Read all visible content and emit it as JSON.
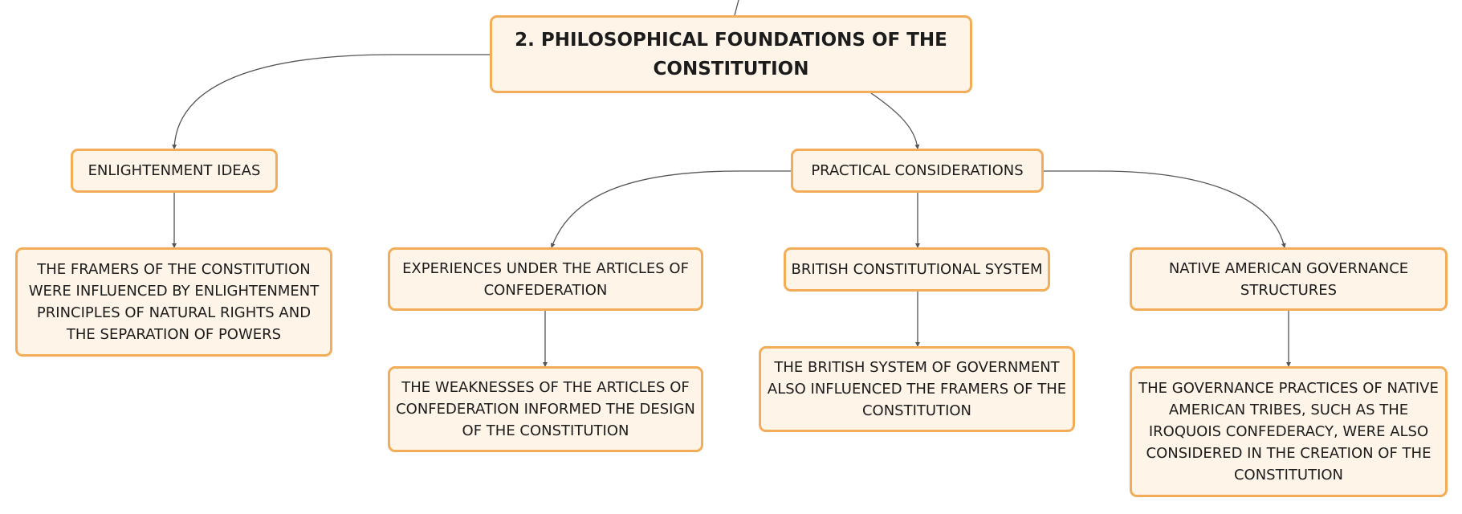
{
  "diagram": {
    "root": {
      "label": "2. PHILOSOPHICAL FOUNDATIONS OF THE CONSTITUTION"
    },
    "branches": [
      {
        "label": "ENLIGHTENMENT IDEAS",
        "children": [
          {
            "label": "THE FRAMERS OF THE CONSTITUTION WERE INFLUENCED BY ENLIGHTENMENT PRINCIPLES OF NATURAL RIGHTS AND THE SEPARATION OF POWERS"
          }
        ]
      },
      {
        "label": "PRACTICAL CONSIDERATIONS",
        "children": [
          {
            "label": "EXPERIENCES UNDER THE ARTICLES OF CONFEDERATION",
            "detail": "THE WEAKNESSES OF THE ARTICLES OF CONFEDERATION INFORMED THE DESIGN OF THE CONSTITUTION"
          },
          {
            "label": "BRITISH CONSTITUTIONAL SYSTEM",
            "detail": "THE BRITISH SYSTEM OF GOVERNMENT ALSO INFLUENCED THE FRAMERS OF THE CONSTITUTION"
          },
          {
            "label": "NATIVE AMERICAN GOVERNANCE STRUCTURES",
            "detail": "THE GOVERNANCE PRACTICES OF NATIVE AMERICAN TRIBES, SUCH AS THE IROQUOIS CONFEDERACY, WERE ALSO CONSIDERED IN THE CREATION OF THE CONSTITUTION"
          }
        ]
      }
    ]
  },
  "colors": {
    "node_fill": "#fef4e8",
    "node_border": "#f3ac58",
    "connector": "#555555",
    "text": "#1c1c1c"
  }
}
